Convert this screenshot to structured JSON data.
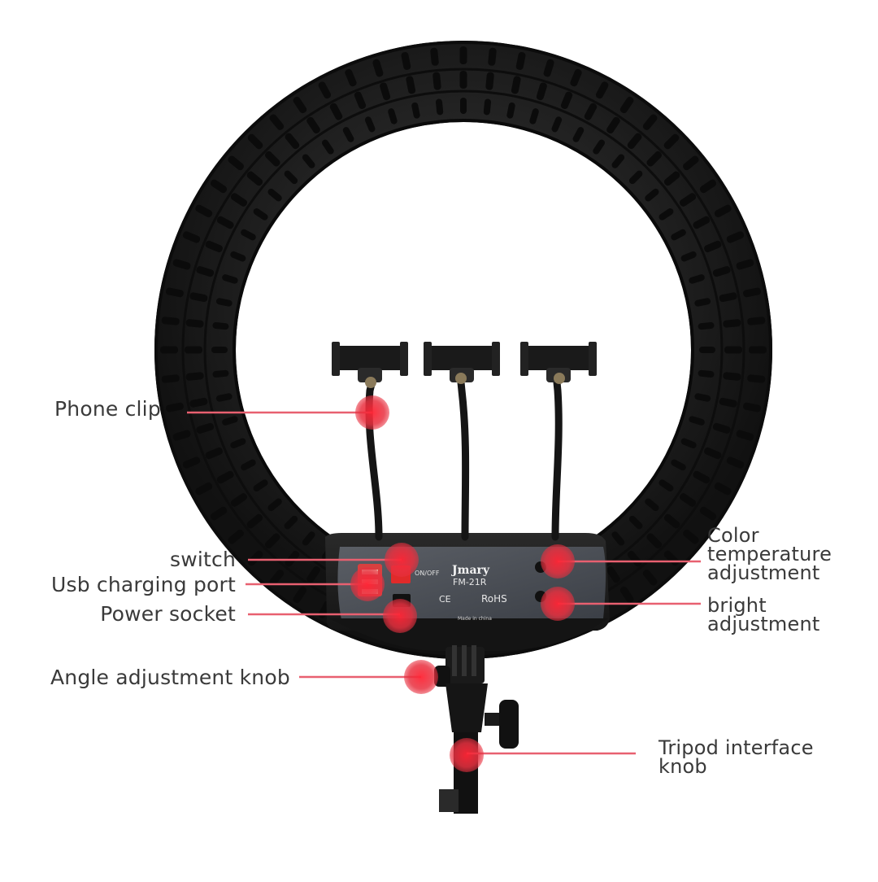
{
  "product": {
    "brand": "Jmary",
    "model": "FM-21R",
    "switch_text": "ON/OFF",
    "cert_ce": "CE",
    "cert_rohs": "RoHS",
    "made_in": "Made in china"
  },
  "labels": {
    "phone_clip": "Phone clip",
    "switch": "switch",
    "usb_port": "Usb charging port",
    "power_socket": "Power socket",
    "angle_knob": "Angle adjustment knob",
    "color_temp": "Color\ntemperature\nadjustment",
    "bright": "bright\nadjustment",
    "tripod_knob": "Tripod interface\nknob"
  },
  "colors": {
    "marker": "#e8303f",
    "leader": "#e86070",
    "ring": "#1c1c1c",
    "label_text": "#3a3a3a"
  }
}
